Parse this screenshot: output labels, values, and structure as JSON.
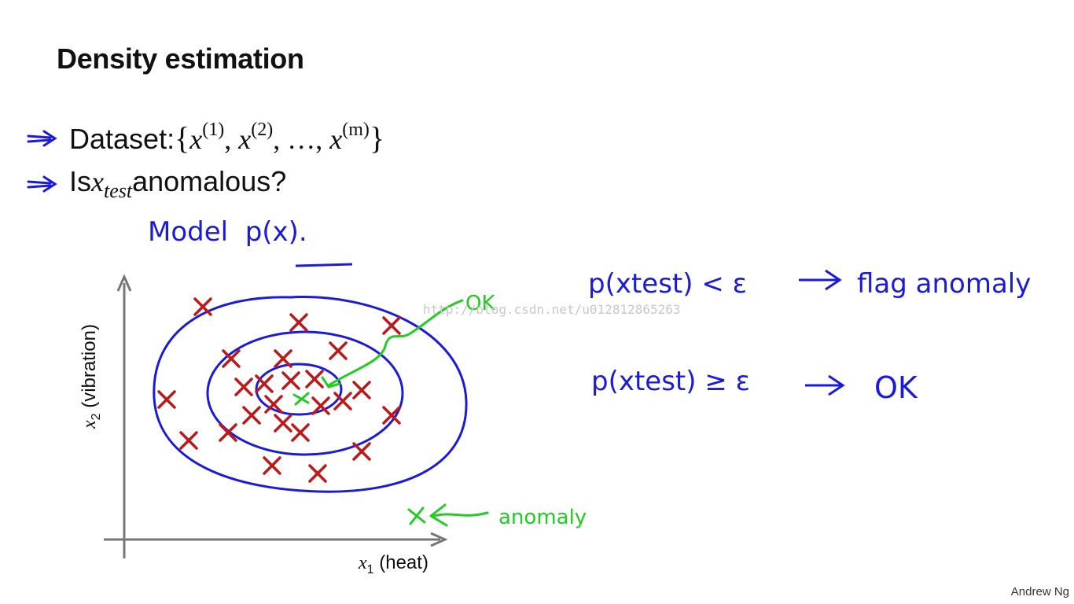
{
  "slide": {
    "title": "Density estimation",
    "bullet1": {
      "label": "Dataset: ",
      "x": "x",
      "sup1": "(1)",
      "sup2": "(2)",
      "supm": "(m)",
      "dots": "…"
    },
    "bullet2": {
      "label_before": "Is ",
      "x": "x",
      "sub": "test",
      "label_after": " anomalous?"
    }
  },
  "handwriting": {
    "model": "Model  p(x).",
    "ok_label": "OK",
    "anomaly_label": "anomaly",
    "rule1_lhs": "p(xtest) < ε",
    "rule1_rhs": "flag anomaly",
    "rule2_lhs": "p(xtest) ≥ ε",
    "rule2_rhs": "OK"
  },
  "plot": {
    "xlabel_var": "x",
    "xlabel_sub": "1",
    "xlabel_text": "(heat)",
    "ylabel_var": "x",
    "ylabel_sub": "2",
    "ylabel_text": "(vibration)"
  },
  "watermark": "http://blog.csdn.net/u012812865263",
  "credit": "Andrew Ng",
  "colors": {
    "ink_blue": "#1a1adf",
    "ink_green": "#22cc22",
    "mark_red": "#c01818",
    "axis": "#777777"
  }
}
